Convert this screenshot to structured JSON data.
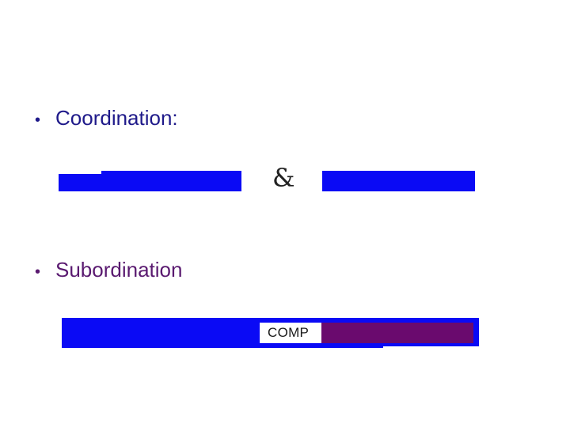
{
  "bullets": [
    {
      "marker": "•",
      "text": "Coordination:"
    },
    {
      "marker": "•",
      "text": "Subordination"
    }
  ],
  "coordination": {
    "connector": "&"
  },
  "subordination": {
    "marker_label": "COMP"
  },
  "colors": {
    "bar_blue": "#0a0af5",
    "embedded_purple": "#6a0a6e",
    "coordination_text": "#1f1a8a",
    "subordination_text": "#5a1a70"
  }
}
